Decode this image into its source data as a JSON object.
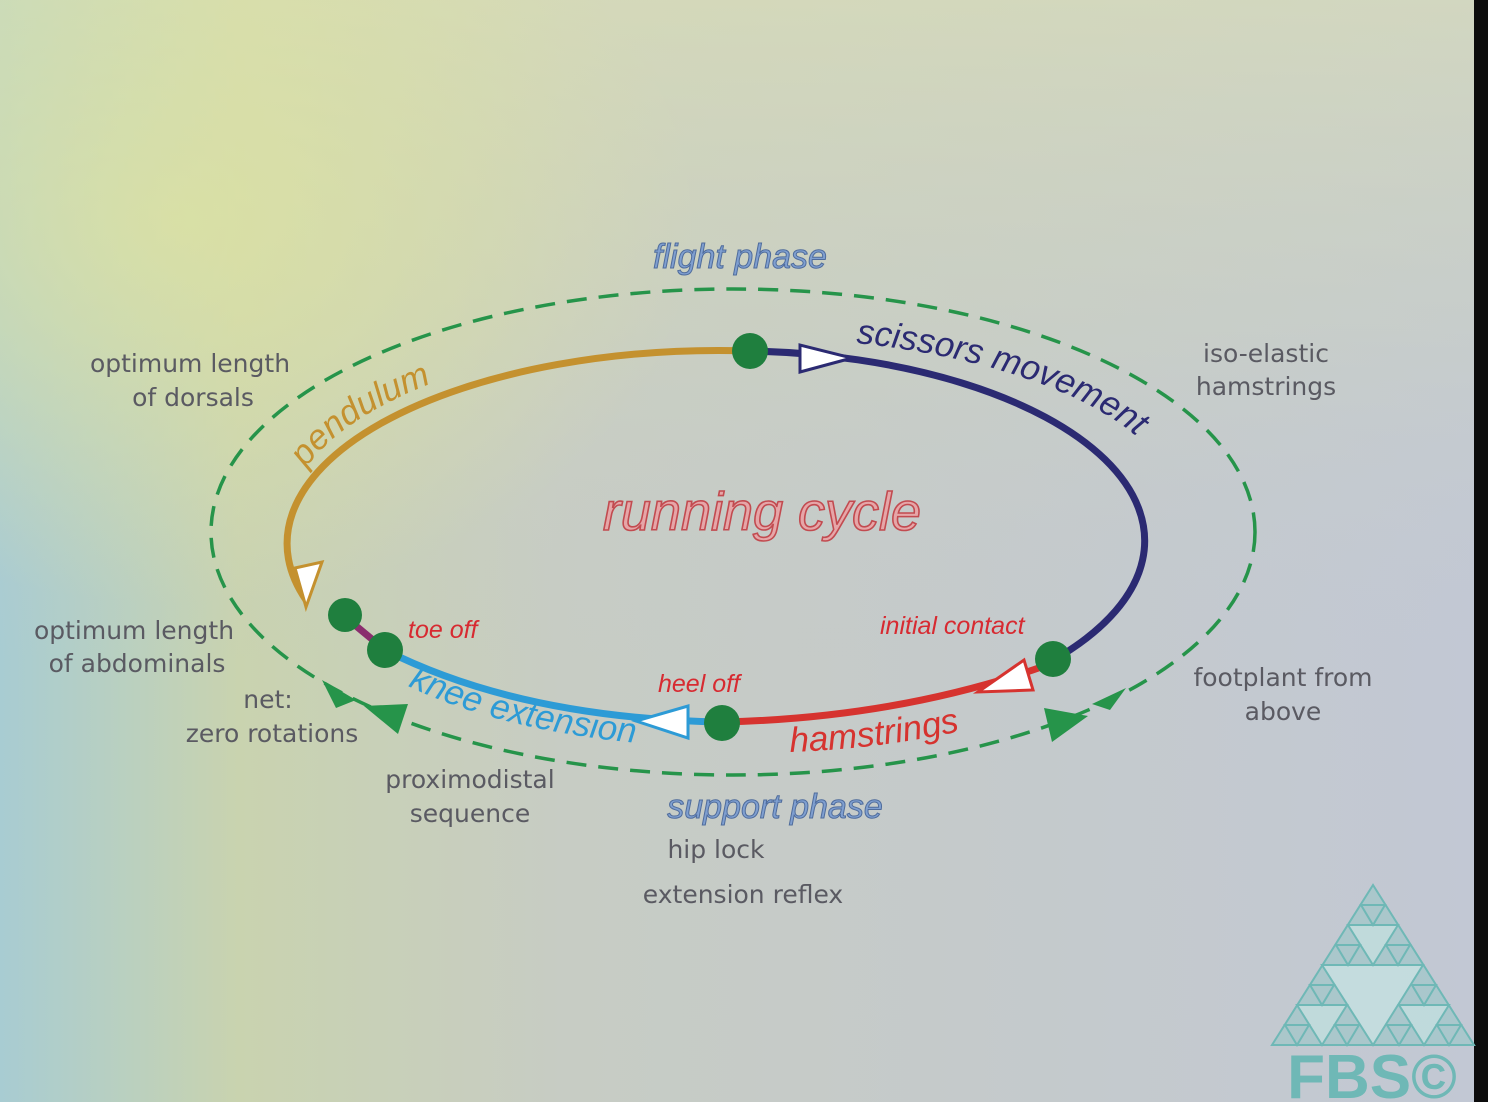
{
  "title": "running cycle",
  "phases": {
    "flight": "flight phase",
    "support": "support phase"
  },
  "segments": {
    "pendulum": "pendulum",
    "scissors": "scissors movement",
    "hamstrings": "hamstrings",
    "knee_extension": "knee extension"
  },
  "events": {
    "toe_off": "toe off",
    "heel_off": "heel off",
    "initial_contact": "initial contact"
  },
  "notes": {
    "dorsals": [
      "optimum length",
      "of dorsals"
    ],
    "abdominals": [
      "optimum length",
      "of abdominals"
    ],
    "net": [
      "net:",
      "zero rotations"
    ],
    "proximodistal": [
      "proximodistal",
      "sequence"
    ],
    "iso_elastic": [
      "iso-elastic",
      "hamstrings"
    ],
    "footplant": [
      "footplant from",
      "above"
    ],
    "hip_lock": "hip lock",
    "extension_reflex": "extension reflex"
  },
  "logo": {
    "text": "FBS©"
  },
  "colors": {
    "pendulum": "#c4912f",
    "scissors": "#2b2a72",
    "hamstrings": "#d6332f",
    "knee_extension": "#2d9bd6",
    "dashed": "#26944a",
    "node": "#1f7f3e",
    "title": "#e6a6a8",
    "phase": "#7f9fd0",
    "events": "#d72a31",
    "logo": "#6fb8b6"
  }
}
